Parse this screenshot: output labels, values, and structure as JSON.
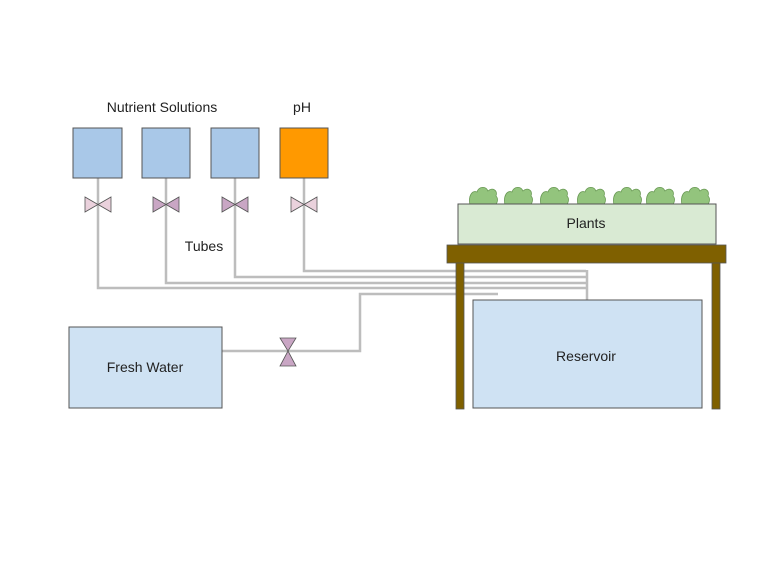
{
  "labels": {
    "nutrient_solutions": "Nutrient Solutions",
    "ph": "pH",
    "tubes": "Tubes",
    "fresh_water": "Fresh Water",
    "plants": "Plants",
    "reservoir": "Reservoir"
  },
  "colors": {
    "nutrient_tank": "#a9c8e8",
    "ph_tank": "#ff9900",
    "valve": "#ead1dc",
    "valve_purple": "#c9a6c4",
    "tube": "#bdbdbd",
    "fresh_water_fill": "#cfe2f3",
    "reservoir_fill": "#cfe2f3",
    "plant_tray": "#d9ead3",
    "plant_leaf": "#93c47d",
    "table_wood": "#7f6000",
    "outline": "#555555"
  }
}
